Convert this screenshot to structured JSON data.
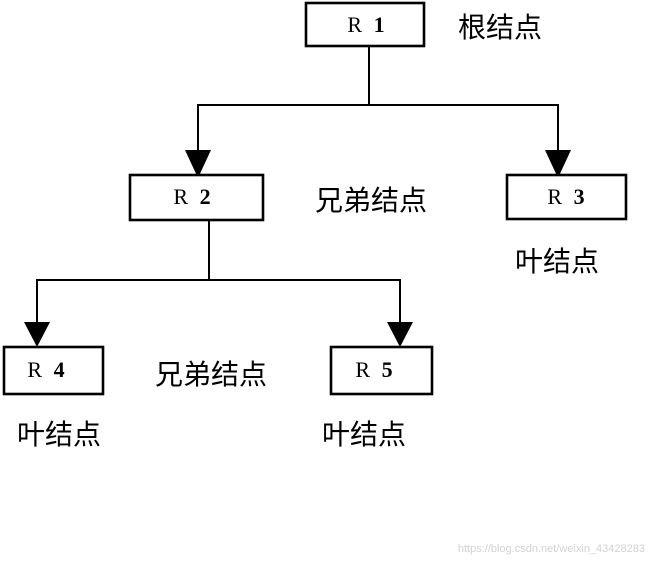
{
  "nodes": {
    "r1": {
      "letter": "R",
      "number": "1"
    },
    "r2": {
      "letter": "R",
      "number": "2"
    },
    "r3": {
      "letter": "R",
      "number": "3"
    },
    "r4": {
      "letter": "R",
      "number": "4"
    },
    "r5": {
      "letter": "R",
      "number": "5"
    }
  },
  "annotations": {
    "root": "根结点",
    "sibling_upper": "兄弟结点",
    "leaf_r3": "叶结点",
    "sibling_lower": "兄弟结点",
    "leaf_r4": "叶结点",
    "leaf_r5": "叶结点"
  },
  "watermark": "https://blog.csdn.net/weixin_43428283"
}
